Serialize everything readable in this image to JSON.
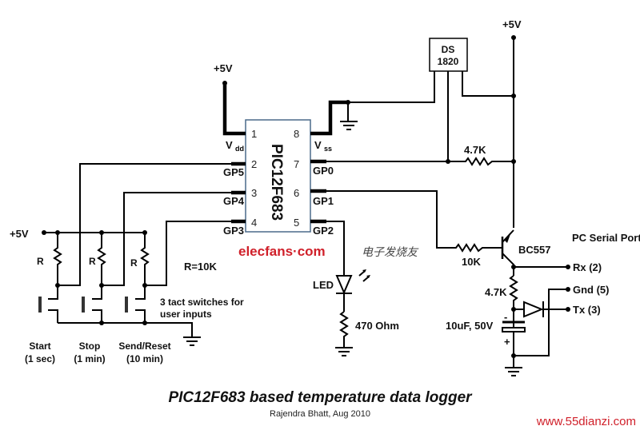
{
  "title": "PIC12F683 based temperature data logger",
  "author": "Rajendra Bhatt, Aug 2010",
  "watermarks": {
    "site": "www.55dianzi.com",
    "elecfans": "elecfans·com",
    "elecfans_cn": "电子发烧友"
  },
  "colors": {
    "wire": "#000000",
    "watermark": "#d0202a",
    "ic_border": "#4a6a8a"
  },
  "ic": {
    "name": "PIC12F683",
    "pins_left": [
      {
        "num": "1",
        "label": "V",
        "sub": "dd"
      },
      {
        "num": "2",
        "label": "GP5"
      },
      {
        "num": "3",
        "label": "GP4"
      },
      {
        "num": "4",
        "label": "GP3"
      }
    ],
    "pins_right": [
      {
        "num": "8",
        "label": "V",
        "sub": "ss"
      },
      {
        "num": "7",
        "label": "GP0"
      },
      {
        "num": "6",
        "label": "GP1"
      },
      {
        "num": "5",
        "label": "GP2"
      }
    ]
  },
  "supply": {
    "vdd_label": "+5V",
    "right_label": "+5V",
    "left_rail_label": "+5V"
  },
  "sensor": {
    "line1": "DS",
    "line2": "1820"
  },
  "pullup": "4.7K",
  "base_resistor": "10K",
  "transistor": "BC557",
  "collector_resistor": "4.7K",
  "capacitor": {
    "label": "10uF, 50V",
    "minus": "-",
    "plus": "+"
  },
  "serial": {
    "title": "PC Serial Port",
    "rx": "Rx (2)",
    "gnd": "Gnd (5)",
    "tx": "Tx (3)"
  },
  "led": {
    "label": "LED",
    "resistor": "470 Ohm"
  },
  "switches": {
    "resistor_label": "R",
    "resistor_value": "R=10K",
    "note_line1": "3 tact switches for",
    "note_line2": "user inputs",
    "items": [
      {
        "name": "Start",
        "time": "(1 sec)"
      },
      {
        "name": "Stop",
        "time": "(1 min)"
      },
      {
        "name": "Send/Reset",
        "time": "(10 min)"
      }
    ]
  }
}
